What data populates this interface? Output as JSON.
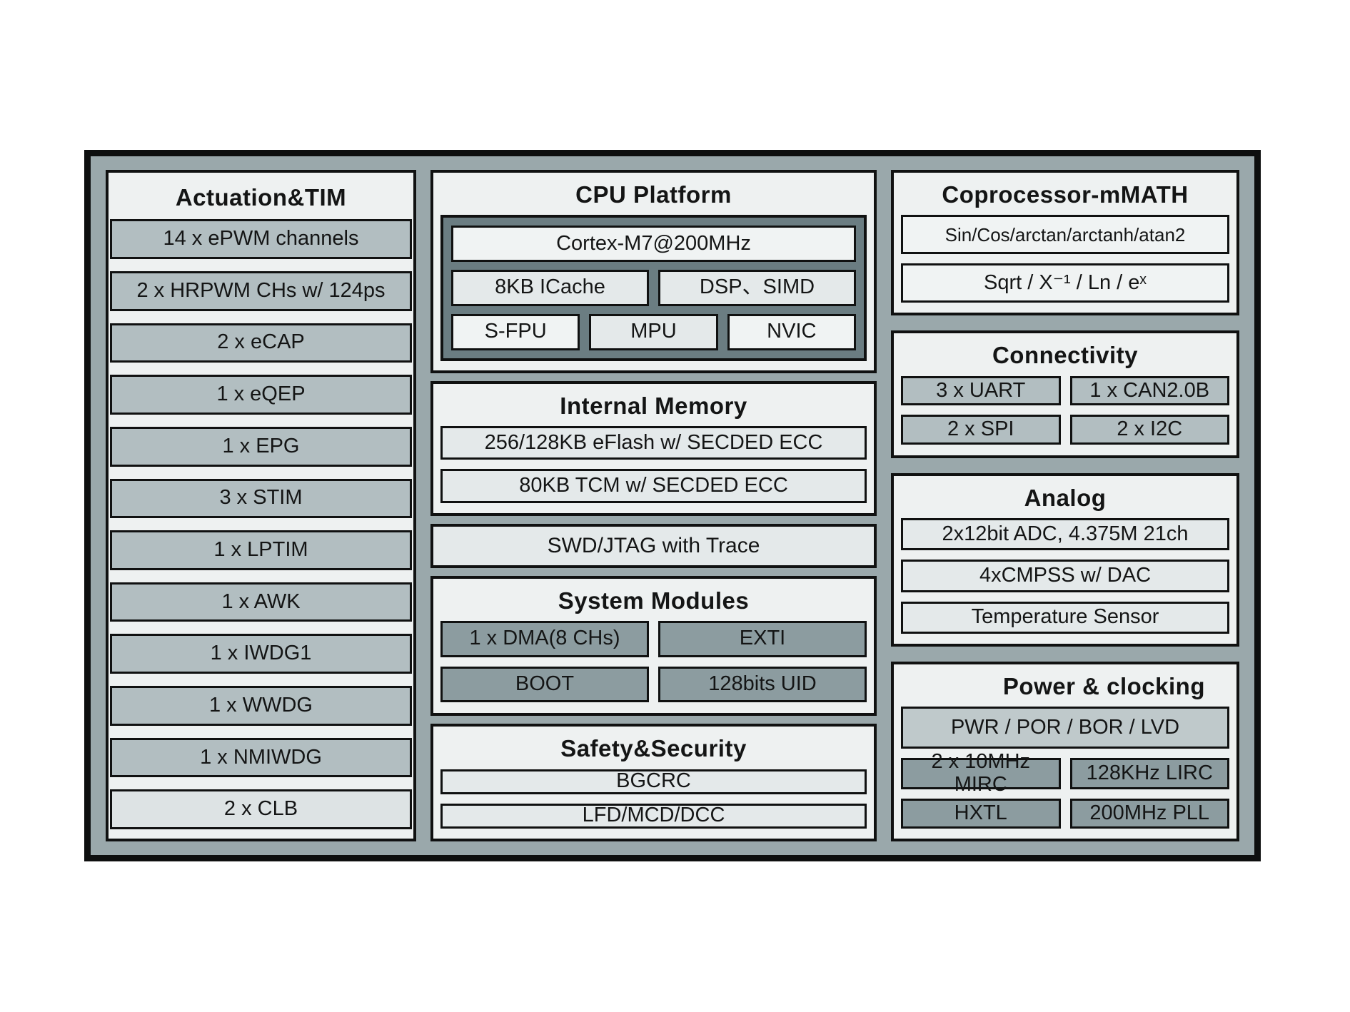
{
  "diagram": {
    "left": {
      "title": "Actuation&TIM",
      "items": [
        "14 x ePWM channels",
        "2 x HRPWM CHs w/ 124ps",
        "2 x eCAP",
        "1 x eQEP",
        "1 x EPG",
        "3 x STIM",
        "1 x LPTIM",
        "1 x AWK",
        "1 x IWDG1",
        "1 x WWDG",
        "1 x NMIWDG",
        "2 x CLB"
      ]
    },
    "middle": {
      "cpu": {
        "title": "CPU Platform",
        "core": "Cortex-M7@200MHz",
        "cache": "8KB ICache",
        "dsp": "DSP、SIMD",
        "fpu": "S-FPU",
        "mpu": "MPU",
        "nvic": "NVIC"
      },
      "memory": {
        "title": "Internal Memory",
        "items": [
          "256/128KB eFlash w/ SECDED ECC",
          "80KB TCM w/ SECDED ECC"
        ]
      },
      "debug": {
        "label": "SWD/JTAG with Trace"
      },
      "system": {
        "title": "System Modules",
        "cells": [
          "1 x DMA(8 CHs)",
          "EXTI",
          "BOOT",
          "128bits UID"
        ]
      },
      "safety": {
        "title": "Safety&Security",
        "items": [
          "BGCRC",
          "LFD/MCD/DCC"
        ]
      }
    },
    "right": {
      "math": {
        "title": "Coprocessor-mMATH",
        "items": [
          "Sin/Cos/arctan/arctanh/atan2",
          "Sqrt / X⁻¹ / Ln / eˣ"
        ]
      },
      "connectivity": {
        "title": "Connectivity",
        "cells": [
          "3 x UART",
          "1 x CAN2.0B",
          "2 x SPI",
          "2 x I2C"
        ]
      },
      "analog": {
        "title": "Analog",
        "items": [
          "2x12bit ADC, 4.375M 21ch",
          "4xCMPSS w/ DAC",
          "Temperature Sensor"
        ]
      },
      "power": {
        "title": "Power & clocking",
        "top": "PWR / POR / BOR / LVD",
        "cells": [
          "2 x 10MHz MIRC",
          "128KHz LIRC",
          "HXTL",
          "200MHz PLL"
        ]
      }
    }
  },
  "colors": {
    "page_bg": "#ffffff",
    "frame_border": "#0e0f0f",
    "outer_bg": "#9aa8ab",
    "section_bg": "#eef1f1",
    "cell_light": "#f0f3f3",
    "cell_pale": "#e4e9ea",
    "cell_soft": "#dde3e4",
    "cell_medium": "#b2bec1",
    "cell_power_top": "#bfc9cb",
    "cell_dark": "#8c9ca0",
    "cpu_container_bg": "#6b7d82",
    "line": "#101111",
    "text": "#141515"
  }
}
